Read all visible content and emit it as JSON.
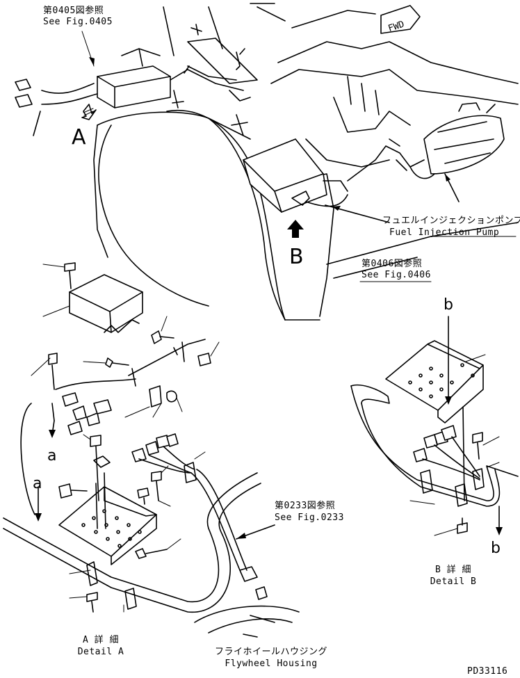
{
  "fig_0405": {
    "jp": "第0405図参照",
    "en": "See Fig.0405"
  },
  "fig_0406": {
    "jp": "第0406図参照",
    "en": "See Fig.0406"
  },
  "fig_0233": {
    "jp": "第0233図参照",
    "en": "See Fig.0233"
  },
  "fuel_pump": {
    "jp": "フュエルインジェクションポンプ",
    "en": "Fuel Injection Pump"
  },
  "flywheel": {
    "jp": "フライホイールハウジング",
    "en": "Flywheel Housing"
  },
  "detail_a": {
    "jp": "A 詳 細",
    "en": "Detail A"
  },
  "detail_b": {
    "jp": "B 詳 細",
    "en": "Detail B"
  },
  "view_a": "A",
  "view_b": "B",
  "arrow_a_left": "a",
  "arrow_a_right": "a",
  "arrow_b_top": "b",
  "arrow_b_bottom": "b",
  "fwd": "FWD",
  "part_code": "PD33116"
}
